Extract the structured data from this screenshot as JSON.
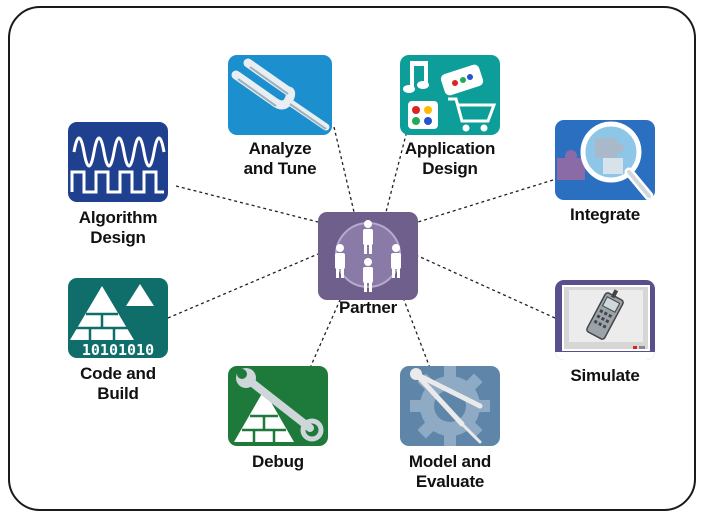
{
  "center": {
    "label": "Partner",
    "icon": "people-icon",
    "color": "#6e5f8c"
  },
  "nodes": {
    "algorithm_design": {
      "lines": [
        "Algorithm",
        "Design"
      ],
      "icon": "waveform-icon",
      "color": "#1f3f8f"
    },
    "analyze_and_tune": {
      "lines": [
        "Analyze",
        "and Tune"
      ],
      "icon": "tuning-fork-icon",
      "color": "#1c8fce"
    },
    "application_design": {
      "lines": [
        "Application",
        "Design"
      ],
      "icon": "media-cart-icon",
      "color": "#0e9e9a"
    },
    "integrate": {
      "lines": [
        "Integrate"
      ],
      "icon": "magnifier-puzzle-icon",
      "color": "#2a6fc0"
    },
    "code_and_build": {
      "lines": [
        "Code and",
        "Build"
      ],
      "icon": "binary-pyramid-icon",
      "color": "#0f6e6a"
    },
    "simulate": {
      "lines": [
        "Simulate"
      ],
      "icon": "phone-monitor-icon",
      "color": "#5a4e8c"
    },
    "debug": {
      "lines": [
        "Debug"
      ],
      "icon": "wrench-pyramid-icon",
      "color": "#1e7a3a"
    },
    "model_and_evaluate": {
      "lines": [
        "Model and",
        "Evaluate"
      ],
      "icon": "gear-compass-icon",
      "color": "#5f86a8"
    }
  }
}
